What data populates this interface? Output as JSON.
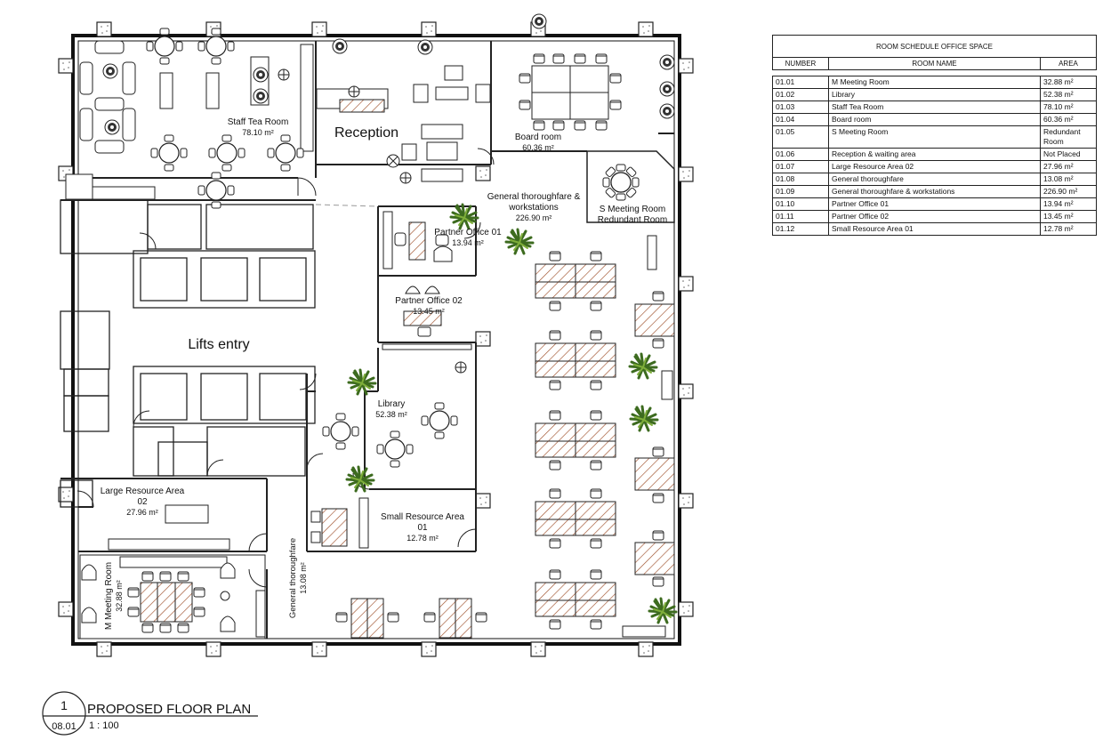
{
  "rooms": {
    "staff_tea": {
      "name": "Staff Tea Room",
      "area": "78.10 m²"
    },
    "reception": {
      "name": "Reception"
    },
    "board": {
      "name": "Board room",
      "area": "60.36 m²"
    },
    "thoroughfare_ws": {
      "name": "General thoroughfare &",
      "name2": "workstations",
      "area": "226.90 m²"
    },
    "s_meeting": {
      "name": "S Meeting Room",
      "name2": "Redundant Room"
    },
    "partner01": {
      "name": "Partner Office 01",
      "area": "13.94 m²"
    },
    "partner02": {
      "name": "Partner Office 02",
      "area": "13.45 m²"
    },
    "lifts": {
      "name": "Lifts entry"
    },
    "library": {
      "name": "Library",
      "area": "52.38 m²"
    },
    "large_resource": {
      "name": "Large Resource Area",
      "name2": "02",
      "area": "27.96 m²"
    },
    "small_resource": {
      "name": "Small Resource Area",
      "name2": "01",
      "area": "12.78 m²"
    },
    "thoroughfare": {
      "name": "General thoroughfare",
      "area": "13.08 m²"
    },
    "m_meeting": {
      "name": "M Meeting Room",
      "area": "32.88 m²"
    }
  },
  "schedule": {
    "title": "ROOM SCHEDULE OFFICE SPACE",
    "headers": {
      "number": "NUMBER",
      "name": "ROOM NAME",
      "area": "AREA"
    },
    "rows": [
      {
        "number": "01.01",
        "name": "M Meeting Room",
        "area": "32.88 m²"
      },
      {
        "number": "01.02",
        "name": "Library",
        "area": "52.38 m²"
      },
      {
        "number": "01.03",
        "name": "Staff Tea Room",
        "area": "78.10 m²"
      },
      {
        "number": "01.04",
        "name": "Board room",
        "area": "60.36 m²"
      },
      {
        "number": "01.05",
        "name": "S Meeting Room",
        "area": "Redundant Room"
      },
      {
        "number": "01.06",
        "name": "Reception & waiting area",
        "area": "Not Placed"
      },
      {
        "number": "01.07",
        "name": "Large Resource Area 02",
        "area": "27.96 m²"
      },
      {
        "number": "01.08",
        "name": "General thoroughfare",
        "area": "13.08 m²"
      },
      {
        "number": "01.09",
        "name": "General thoroughfare & workstations",
        "area": "226.90 m²"
      },
      {
        "number": "01.10",
        "name": "Partner Office 01",
        "area": "13.94 m²"
      },
      {
        "number": "01.11",
        "name": "Partner Office 02",
        "area": "13.45 m²"
      },
      {
        "number": "01.12",
        "name": "Small Resource Area 01",
        "area": "12.78 m²"
      }
    ]
  },
  "title_block": {
    "view_number": "1",
    "sheet": "08.01",
    "title": "PROPOSED FLOOR PLAN",
    "scale": "1 : 100"
  }
}
